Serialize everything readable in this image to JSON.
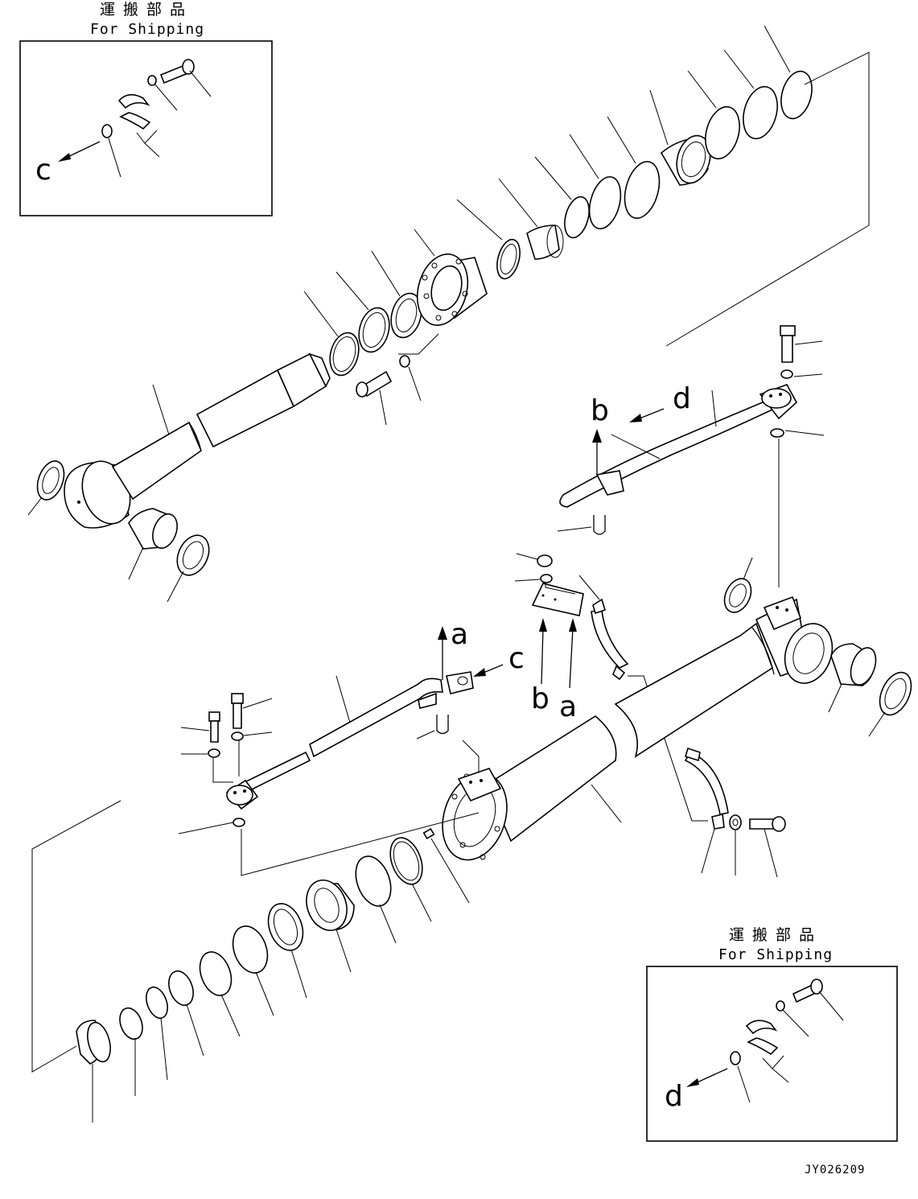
{
  "ship_box_1": {
    "title_jp": "運搬部品",
    "title_en": "For Shipping",
    "arrow_label": "c"
  },
  "ship_box_2": {
    "title_jp": "運搬部品",
    "title_en": "For Shipping",
    "arrow_label": "d"
  },
  "tube_labels": {
    "b": "b",
    "d": "d",
    "a": "a",
    "c": "c"
  },
  "bracket_labels": {
    "b": "b",
    "a": "a"
  },
  "drawing_code": "JY026209"
}
